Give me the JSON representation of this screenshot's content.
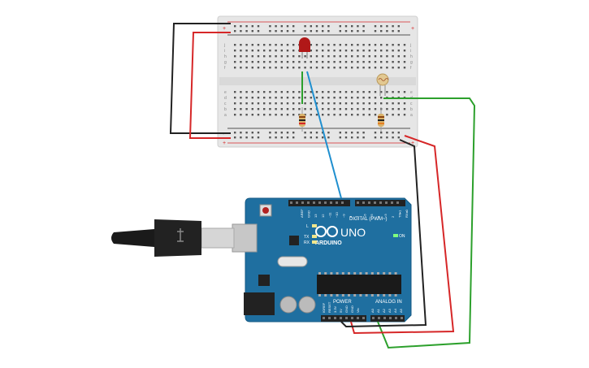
{
  "board": {
    "brand": "ARDUINO",
    "model": "UNO",
    "digital_label": "DIGITAL (PWM~)",
    "power_label": "POWER",
    "analog_label": "ANALOG IN",
    "led_l": "L",
    "led_tx": "TX",
    "led_rx": "RX",
    "led_on": "ON",
    "aref": "AREF",
    "gnd": "GND",
    "digital_pins": [
      "13",
      "12",
      "~11",
      "~10",
      "~9",
      "8",
      "7",
      "~6",
      "~5",
      "4",
      "~3",
      "2",
      "TX▸1",
      "RX◂0"
    ],
    "power_pins": [
      "IOREF",
      "RESET",
      "3.3V",
      "5V",
      "GND",
      "GND",
      "Vin"
    ],
    "analog_pins": [
      "A0",
      "A1",
      "A2",
      "A3",
      "A4",
      "A5"
    ]
  },
  "breadboard": {
    "row_letters_top": [
      "j",
      "i",
      "h",
      "g",
      "f"
    ],
    "row_letters_bottom": [
      "e",
      "d",
      "c",
      "b",
      "a"
    ],
    "plus": "+",
    "minus": "-"
  },
  "colors": {
    "board_blue": "#1f6fa0",
    "wire_red": "#d62728",
    "wire_black": "#222222",
    "wire_green": "#2ca02c",
    "wire_blue": "#1f8fcf",
    "led_red": "#b22222",
    "breadboard": "#e9e9e9"
  }
}
